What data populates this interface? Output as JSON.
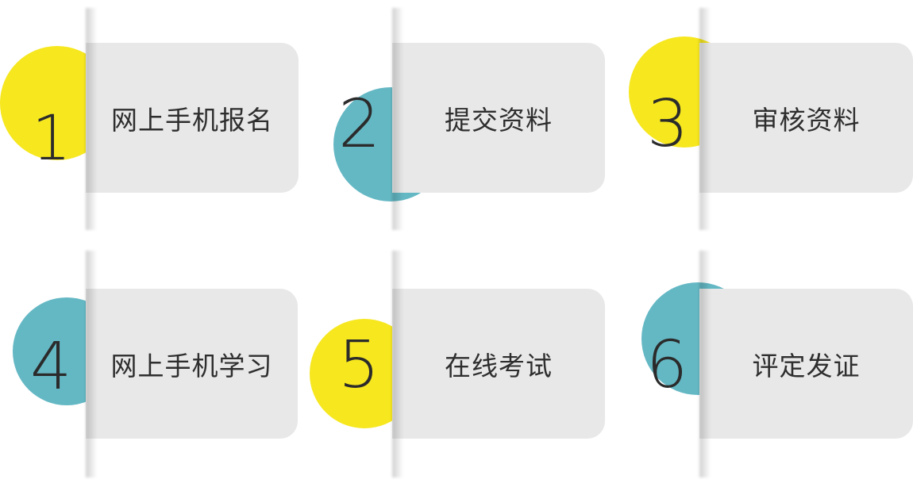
{
  "colors": {
    "yellow": "#f6e71f",
    "teal": "#64b8c4",
    "card": "#e8e8e8",
    "text": "#2e2e2e"
  },
  "steps": [
    {
      "number": "1",
      "label": "网上手机报名",
      "circle_color": "yellow"
    },
    {
      "number": "2",
      "label": "提交资料",
      "circle_color": "teal"
    },
    {
      "number": "3",
      "label": "审核资料",
      "circle_color": "yellow"
    },
    {
      "number": "4",
      "label": "网上手机学习",
      "circle_color": "teal"
    },
    {
      "number": "5",
      "label": "在线考试",
      "circle_color": "yellow"
    },
    {
      "number": "6",
      "label": "评定发证",
      "circle_color": "teal"
    }
  ]
}
